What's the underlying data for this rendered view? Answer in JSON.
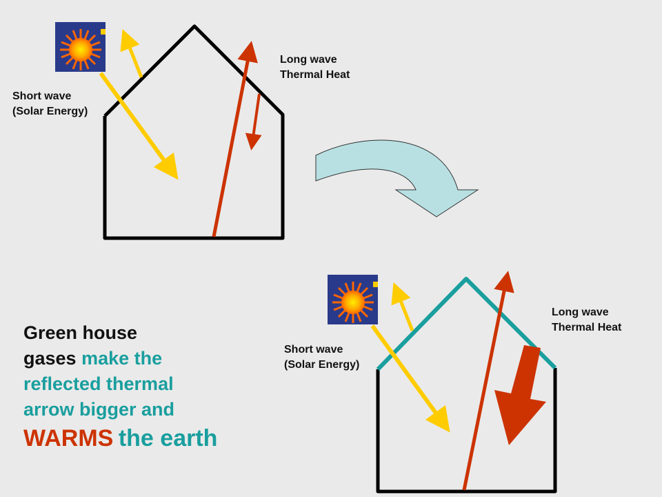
{
  "top_diagram": {
    "short_wave_line1": "Short wave",
    "short_wave_line2": "(Solar Energy)",
    "long_wave_line1": "Long wave",
    "long_wave_line2": "Thermal Heat"
  },
  "bottom_diagram": {
    "short_wave_line1": "Short wave",
    "short_wave_line2": "(Solar Energy)",
    "long_wave_line1": "Long wave",
    "long_wave_line2": "Thermal Heat"
  },
  "caption": {
    "part1": "Green house",
    "part2": "gases",
    "part3": "make the",
    "part4": "reflected thermal",
    "part5": "arrow bigger and",
    "part6": "WARMS",
    "part7": "the earth"
  },
  "colors": {
    "background": "#eaeaea",
    "house_outline": "#000000",
    "greenhouse_roof": "#1a9e9e",
    "solar_arrow": "#ffcc00",
    "thermal_arrow": "#cc3300",
    "transition_arrow": "#b8e0e3",
    "sun_bg": "#2a3a8a",
    "sun": "#ff9900"
  },
  "icons": {
    "sun": "sun-icon",
    "transition": "curved-arrow-icon"
  }
}
